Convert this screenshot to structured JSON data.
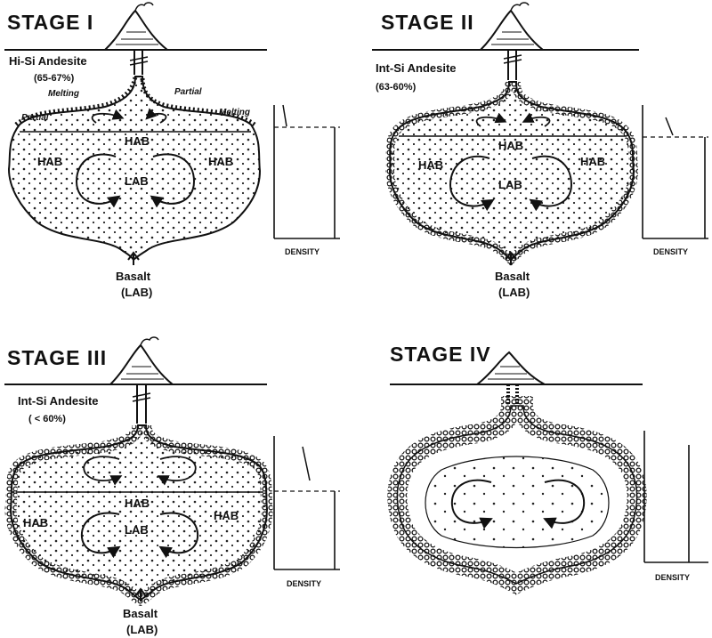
{
  "stages": [
    {
      "title": "STAGE  I",
      "andesite_name": "Hi-Si  Andesite",
      "andesite_range": "(65-67%)",
      "melting_labels": [
        "Partial",
        "Melting",
        "Partial",
        "Melting"
      ],
      "hab_labels": [
        "HAB",
        "HAB",
        "HAB"
      ],
      "lab_label": "LAB",
      "basalt_label": "Basalt",
      "basalt_sub": "(LAB)",
      "density_label": "DENSITY"
    },
    {
      "title": "STAGE   II",
      "andesite_name": "Int-Si  Andesite",
      "andesite_range": "(63-60%)",
      "hab_labels": [
        "HAB",
        "HAB",
        "HAB"
      ],
      "lab_label": "LAB",
      "basalt_label": "Basalt",
      "basalt_sub": "(LAB)",
      "density_label": "DENSITY"
    },
    {
      "title": "STAGE    III",
      "andesite_name": "Int-Si  Andesite",
      "andesite_range": "( < 60%)",
      "hab_labels": [
        "HAB",
        "HAB",
        "HAB"
      ],
      "lab_label": "LAB",
      "basalt_label": "Basalt",
      "basalt_sub": "(LAB)",
      "density_label": "DENSITY"
    },
    {
      "title": "STAGE   IV",
      "density_label": "DENSITY"
    }
  ]
}
